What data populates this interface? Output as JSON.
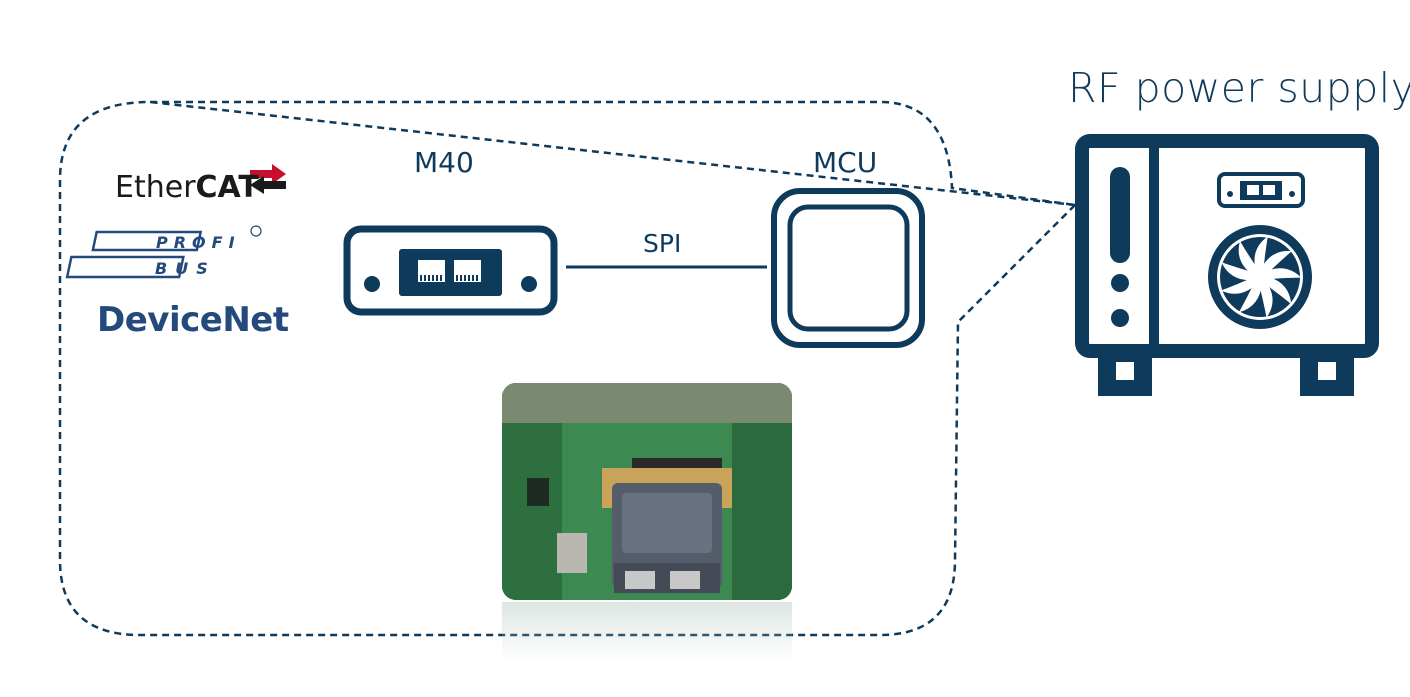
{
  "title": "RF power supply",
  "labels": {
    "m40": "M40",
    "mcu": "MCU",
    "link": "SPI"
  },
  "logos": {
    "ethercat_light": "Ether",
    "ethercat_bold": "CAT",
    "profibus_top": "PROFI",
    "profibus_bottom": "BUS",
    "devicenet_a": "Device",
    "devicenet_b": "Net"
  },
  "colors": {
    "navy": "#0e3a5c",
    "devicenet_blue": "#24497d",
    "ethercat_red": "#c8102e",
    "pcb_green": "#2f7a45"
  },
  "icons": [
    "m40-module-icon",
    "mcu-chip-icon",
    "rf-power-supply-icon",
    "fan-icon",
    "board-photo"
  ]
}
